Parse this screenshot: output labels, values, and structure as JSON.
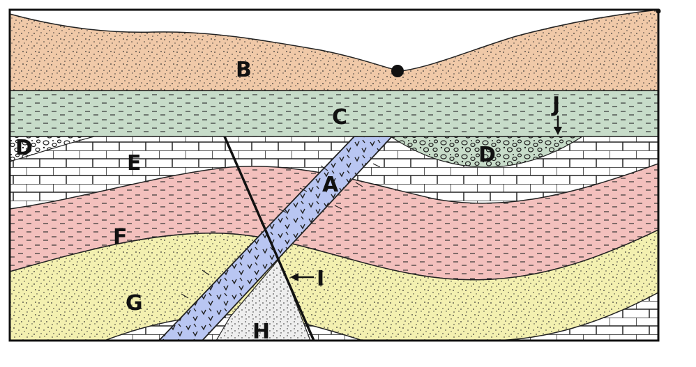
{
  "labels": {
    "A": "A",
    "B": "B",
    "C": "C",
    "D_left": "D",
    "D_right": "D",
    "E": "E",
    "F": "F",
    "G": "G",
    "H": "H",
    "I": "I",
    "J": "J"
  },
  "colors": {
    "B_sandstone": "#f0c9a8",
    "C_shale": "#c7dcc9",
    "E_limestone": "#ffffff",
    "F_shale": "#f3c0bd",
    "G_sandstone": "#f3f0b0",
    "A_dike": "#b9c6f2",
    "H_intrusion": "#eeeeee",
    "outline": "#111111"
  }
}
